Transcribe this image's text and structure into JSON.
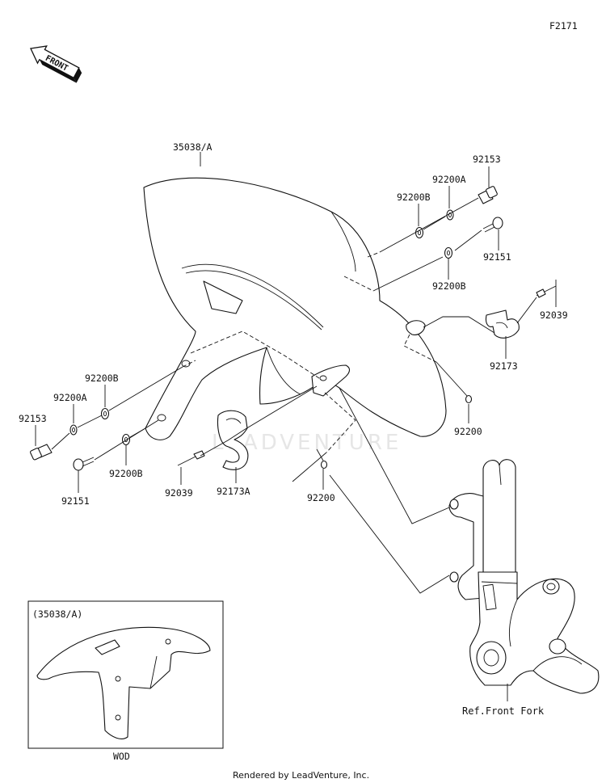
{
  "diagram": {
    "code": "F2171",
    "front_arrow_text": "FRONT",
    "watermark": "LEADVENTURE",
    "labels": {
      "fender_main": "35038/A",
      "bolt_92153_right": "92153",
      "collar_92200A_right": "92200A",
      "collar_92200B_right_top": "92200B",
      "bolt_92151_right": "92151",
      "collar_92200B_right_low": "92200B",
      "rivet_92039_right": "92039",
      "clamp_92173": "92173",
      "grommet_92200_right": "92200",
      "collar_92200B_left_top": "92200B",
      "collar_92200A_left": "92200A",
      "bolt_92153_left": "92153",
      "bolt_92151_left": "92151",
      "collar_92200B_left_low": "92200B",
      "rivet_92039_left": "92039",
      "clamp_92173A": "92173A",
      "grommet_92200_left": "92200",
      "front_fork_ref": "Ref.Front Fork"
    },
    "inset": {
      "title": "(35038/A)",
      "caption": "WOD"
    },
    "footer": "Rendered by LeadVenture, Inc."
  }
}
